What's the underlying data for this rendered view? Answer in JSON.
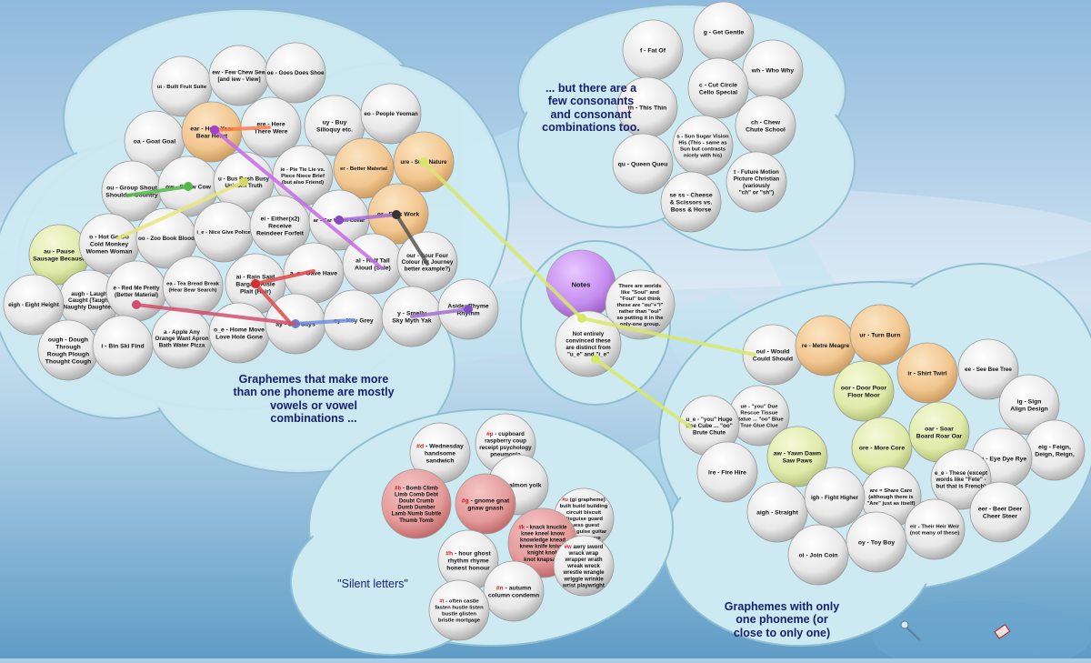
{
  "colors": {
    "orange": "#f2c68f",
    "green": "#dfeaa8",
    "pink": "#e59a9a",
    "purple": "#c58cf0",
    "silent_prefix": "#cc2020",
    "label": "#16206e"
  },
  "labels": {
    "vowels": "Graphemes that make more than one phoneme are mostly vowels or vowel combinations ...",
    "consonants": "... but there are a few consonants and consonant combinations too.",
    "silent": "\"Silent letters\"",
    "single": "Graphemes with only one phoneme (or close to only one)"
  },
  "bubbles": [
    {
      "lines": [
        "ui - Built Fruit Suite"
      ]
    },
    {
      "lines": [
        "ew - Few Chew Sew",
        "[and iew - View]"
      ]
    },
    {
      "lines": [
        "oe - Goes Does Shoe"
      ]
    },
    {
      "lines": [
        "oa - Goat Goal"
      ]
    },
    {
      "lines": [
        "ear - Hear Year",
        "Bear Heart"
      ],
      "color": "orange"
    },
    {
      "lines": [
        "ere - Here",
        "There Were"
      ]
    },
    {
      "lines": [
        "uy - Buy",
        "Silloquy etc."
      ]
    },
    {
      "lines": [
        "eo - People Yeoman"
      ]
    },
    {
      "lines": [
        "ou - Group Shout",
        "Shoulder Country"
      ]
    },
    {
      "lines": [
        "ow - Snow Cow"
      ]
    },
    {
      "lines": [
        "u - Bus Bush Busy",
        "Unicorn Truth"
      ]
    },
    {
      "lines": [
        "ie - Pie Tie Lie vs.",
        "Piece Niece Brief",
        "(but also Friend)"
      ]
    },
    {
      "lines": [
        "er - Better Material"
      ],
      "color": "orange"
    },
    {
      "lines": [
        "ure - Sure Nature"
      ],
      "color": "orange"
    },
    {
      "lines": [
        "au - Pause",
        "Sausage Because"
      ],
      "color": "green"
    },
    {
      "lines": [
        "o - Hot Go Do",
        "Cold Monkey",
        "Women Woman"
      ]
    },
    {
      "lines": [
        "oo - Zoo Book Blood"
      ]
    },
    {
      "lines": [
        "i_e - Nice Give Police"
      ]
    },
    {
      "lines": [
        "ei - Either(x2)",
        "Receive",
        "Reindeer Forfeit"
      ]
    },
    {
      "lines": [
        "ar - Car Warm Collar"
      ]
    },
    {
      "lines": [
        "or - Fork Work"
      ],
      "color": "orange"
    },
    {
      "lines": [
        "augh - Laugh",
        "Caught (Taught",
        "Naughty Daughter)"
      ]
    },
    {
      "lines": [
        "eigh - Eight Height"
      ]
    },
    {
      "lines": [
        "e - Red Me Pretty",
        "(Better Material)"
      ]
    },
    {
      "lines": [
        "ea - Tea Bread Break",
        "(Hear Bear Search)"
      ]
    },
    {
      "lines": [
        "ai - Rain Said",
        "Bargain Aisle",
        "Plait (Hair)"
      ]
    },
    {
      "lines": [
        "a_e - Gave Have"
      ]
    },
    {
      "lines": [
        "al - Half Tall",
        "Aloud (Sale)"
      ]
    },
    {
      "lines": [
        "our - Sour Four",
        "Colour (or Journey",
        "better example?)"
      ]
    },
    {
      "lines": [
        "ough - Dough",
        "Through",
        "Rough Plough",
        "Thought Cough"
      ]
    },
    {
      "lines": [
        "i - Bin Ski Find"
      ]
    },
    {
      "lines": [
        "a - Apple Any",
        "Orange Want Apron",
        "Bath Water Pizza"
      ]
    },
    {
      "lines": [
        "o_e - Home Move",
        "Love Hole Gone"
      ]
    },
    {
      "lines": [
        "ay - Say Says"
      ]
    },
    {
      "lines": [
        "ey - Key Grey"
      ]
    },
    {
      "lines": [
        "y - Smelly",
        "Sky Myth Yak"
      ]
    },
    {
      "lines": [
        "Aside: Rhyme",
        "Rhythm"
      ]
    },
    {
      "lines": [
        "f - Fat Of"
      ]
    },
    {
      "lines": [
        "g - Get Gentle"
      ]
    },
    {
      "lines": [
        "wh - Who Why"
      ]
    },
    {
      "lines": [
        "th - This Thin"
      ]
    },
    {
      "lines": [
        "c - Cut Circle",
        "Cello Special"
      ]
    },
    {
      "lines": [
        "ch - Chew",
        "Chute School"
      ]
    },
    {
      "lines": [
        "qu - Queen Queu"
      ]
    },
    {
      "lines": [
        "s - Sun Sugar Vision",
        "His (This - same as",
        "Sun but contrasts",
        "nicely with his)"
      ]
    },
    {
      "lines": [
        "t - Future Motion",
        "Picture Christian",
        "(variously",
        "\"ch\" or \"sh\")"
      ]
    },
    {
      "lines": [
        "se ss - Cheese",
        "& Scissors vs.",
        "Boss & Horse"
      ]
    },
    {
      "lines": [
        "Notes"
      ],
      "color": "purple"
    },
    {
      "lines": [
        "There are worlds",
        "like \"Soul\" and",
        "\"Foul\" but think",
        "these are \"ou\"+\"l\"",
        "rather than \"oul\"",
        "so putting it in the",
        "only-one group."
      ]
    },
    {
      "lines": [
        "Not entirely",
        "convinced these",
        "are distinct from",
        "\"u_e\" and \"i_e\""
      ]
    },
    {
      "lines": [
        "oul - Would",
        "Could Should"
      ]
    },
    {
      "lines": [
        "re - Metre Meagre"
      ],
      "color": "orange"
    },
    {
      "lines": [
        "ur - Turn Burn"
      ],
      "color": "orange"
    },
    {
      "lines": [
        "ir - Shirt Twirl"
      ],
      "color": "orange"
    },
    {
      "lines": [
        "ee - See Bee Tree"
      ]
    },
    {
      "lines": [
        "ue - \"you\" Due",
        "Rescue Tissue",
        "Statue ... \"oo\" Blue",
        "True Glue Clue"
      ]
    },
    {
      "lines": [
        "oor - Door Poor",
        "Floor Moor"
      ],
      "color": "green"
    },
    {
      "lines": [
        "ig - Sign",
        "Align Design"
      ]
    },
    {
      "lines": [
        "u_e - \"you\" Huge",
        "Use Cube ... \"oo\"",
        "Brute Chute"
      ]
    },
    {
      "lines": [
        "ore - More Core"
      ],
      "color": "green"
    },
    {
      "lines": [
        "oar - Soar",
        "Board Roar Oar"
      ],
      "color": "green"
    },
    {
      "lines": [
        "ire - Fire Hire"
      ]
    },
    {
      "lines": [
        "aw - Yawn Dawn",
        "Saw Paws"
      ],
      "color": "green"
    },
    {
      "lines": [
        "eig - Feign,",
        "Deign, Reign,"
      ]
    },
    {
      "lines": [
        "ye - Eye Dye Rye"
      ]
    },
    {
      "lines": [
        "e_e - These (except",
        "words like \"Fete\" -",
        "but that is French)"
      ]
    },
    {
      "lines": [
        "are = Share Care",
        "(although there is",
        "\"Are\" just as itself)"
      ]
    },
    {
      "lines": [
        "aigh - Straight"
      ]
    },
    {
      "lines": [
        "igh - Fight Higher"
      ]
    },
    {
      "lines": [
        "eer - Beer Deer",
        "Cheer Steer"
      ]
    },
    {
      "lines": [
        "eir - Their Heir Weir",
        "(not many of these)"
      ]
    },
    {
      "lines": [
        "oy - Toy Boy"
      ]
    },
    {
      "lines": [
        "oi - Join Coin"
      ]
    },
    {
      "lines": [
        "#p - cupboard",
        "raspberry coup",
        "receipt psychology",
        "pneumonia"
      ]
    },
    {
      "lines": [
        "#d - Wednesday",
        "handsome",
        "sandwich"
      ]
    },
    {
      "lines": [
        "#l - salmon yolk"
      ]
    },
    {
      "lines": [
        "#b - Bomb Climb",
        "Limb Comb Debt",
        "Doubt Crumb",
        "Dumb Dumber",
        "Lamb Numb Subtle",
        "Thumb Tomb"
      ],
      "color": "pink"
    },
    {
      "lines": [
        "#g - gnome gnat",
        "gnaw gnash"
      ],
      "color": "pink"
    },
    {
      "lines": [
        "#u (gi grapheme)",
        "built build building",
        "circuit biscuit",
        "disguise guard",
        "guess guest",
        "guide guise guitar",
        "rogue tongue"
      ]
    },
    {
      "lines": [
        "#k - knack knuckle",
        "knee kneel know",
        "knowledge knead",
        "knew knife knives",
        "knight knob",
        "knot knapsack"
      ],
      "color": "pink"
    },
    {
      "lines": [
        "#h - hour ghost",
        "rhythm rhyme",
        "honest honour"
      ]
    },
    {
      "lines": [
        "#w awry sword",
        "wrack wrap",
        "wrapper wrath",
        "wreak wreck",
        "wrestle wrangle",
        "wriggle wrinkle",
        "wrist playwright"
      ]
    },
    {
      "lines": [
        "#n - autumn",
        "column condemn"
      ]
    },
    {
      "lines": [
        "#t - often castle",
        "fasten hustle listen",
        "bustle glisten",
        "bristle mortgage"
      ]
    }
  ]
}
